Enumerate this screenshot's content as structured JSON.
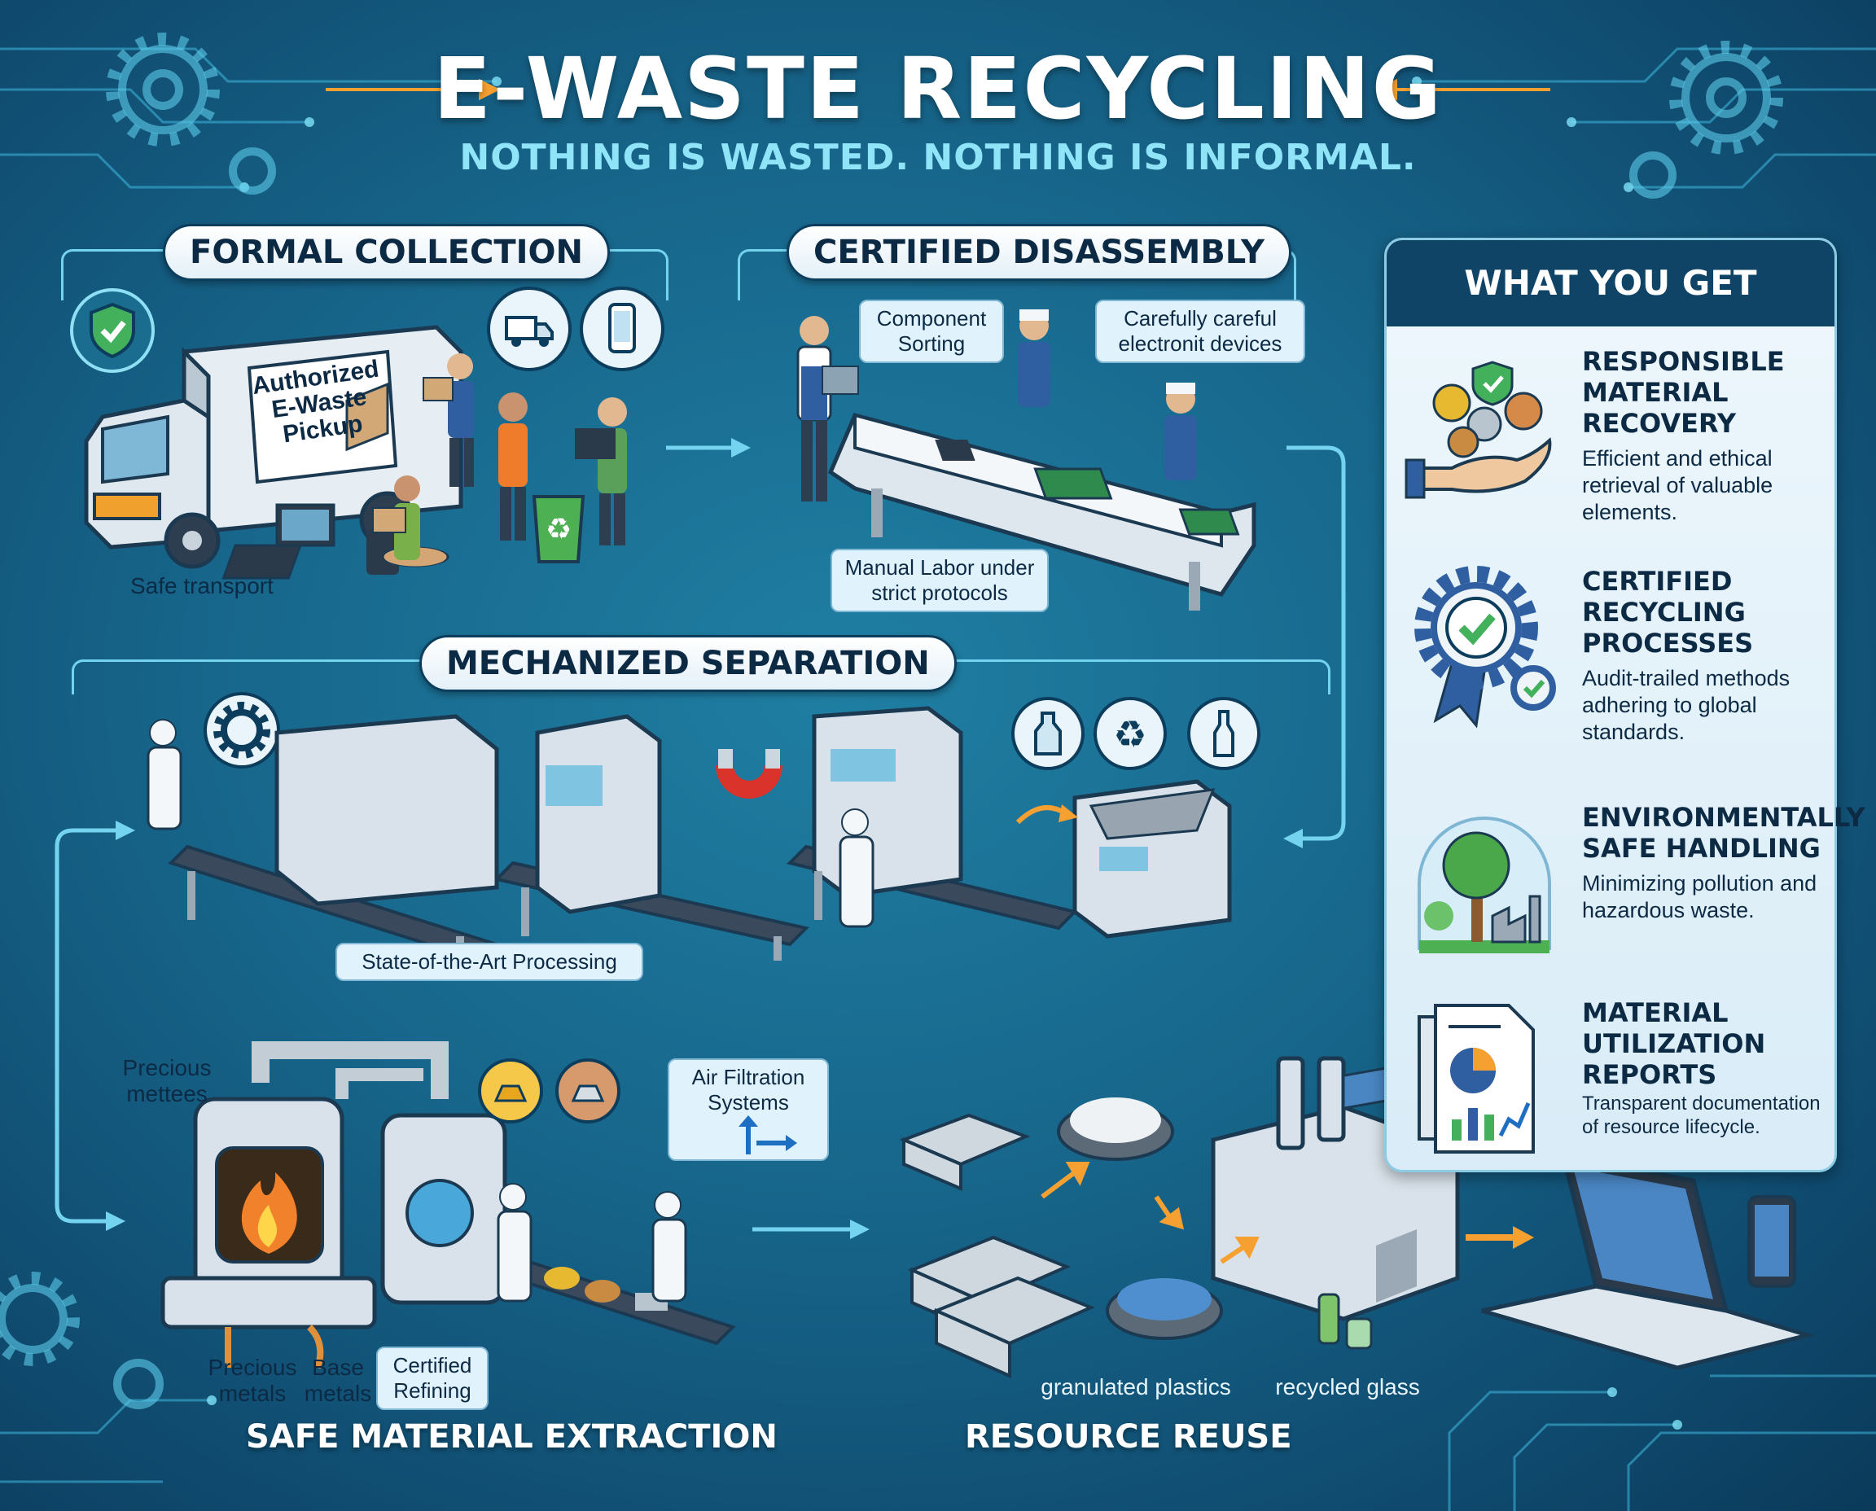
{
  "header": {
    "title": "E-WASTE RECYCLING",
    "subtitle": "NOTHING IS WASTED. NOTHING IS INFORMAL."
  },
  "sections": {
    "collection": {
      "title": "FORMAL COLLECTION",
      "truck_label": "Authorized E-Waste Pickup",
      "caption": "Safe transport"
    },
    "disassembly": {
      "title": "CERTIFIED DISASSEMBLY",
      "callout_sorting": "Component Sorting",
      "callout_careful": "Carefully careful electronit devices",
      "callout_labor": "Manual Labor under strict protocols"
    },
    "separation": {
      "title": "MECHANIZED SEPARATION",
      "callout_processing": "State-of-the-Art Processing"
    },
    "extraction": {
      "title": "SAFE MATERIAL EXTRACTION",
      "label_precious_top": "Precious mettees",
      "label_precious": "Precious metals",
      "label_base": "Base metals",
      "label_refining": "Certified Refining",
      "callout_air": "Air Filtration Systems"
    },
    "reuse": {
      "title": "RESOURCE REUSE",
      "label_plastics": "granulated plastics",
      "label_glass": "recycled glass"
    }
  },
  "panel": {
    "title": "WHAT YOU GET",
    "items": [
      {
        "title": "RESPONSIBLE MATERIAL RECOVERY",
        "desc": "Efficient and ethical retrieval of valuable elements.",
        "icon": "hand-coins-icon"
      },
      {
        "title": "CERTIFIED RECYCLING PROCESSES",
        "desc": "Audit-trailed methods adhering to global standards.",
        "icon": "certified-badge-icon"
      },
      {
        "title": "ENVIRONMENTALLY SAFE HANDLING",
        "desc": "Minimizing pollution and hazardous waste.",
        "icon": "eco-dome-icon"
      },
      {
        "title": "MATERIAL UTILIZATION REPORTS",
        "desc": "Transparent documentation of resource lifecycle.",
        "icon": "report-chart-icon"
      }
    ]
  },
  "colors": {
    "background": "#17658a",
    "accent_cyan": "#74d4ef",
    "arrow_orange": "#f5a030",
    "panel_header": "#0f4466",
    "shield_green": "#43b05c"
  }
}
